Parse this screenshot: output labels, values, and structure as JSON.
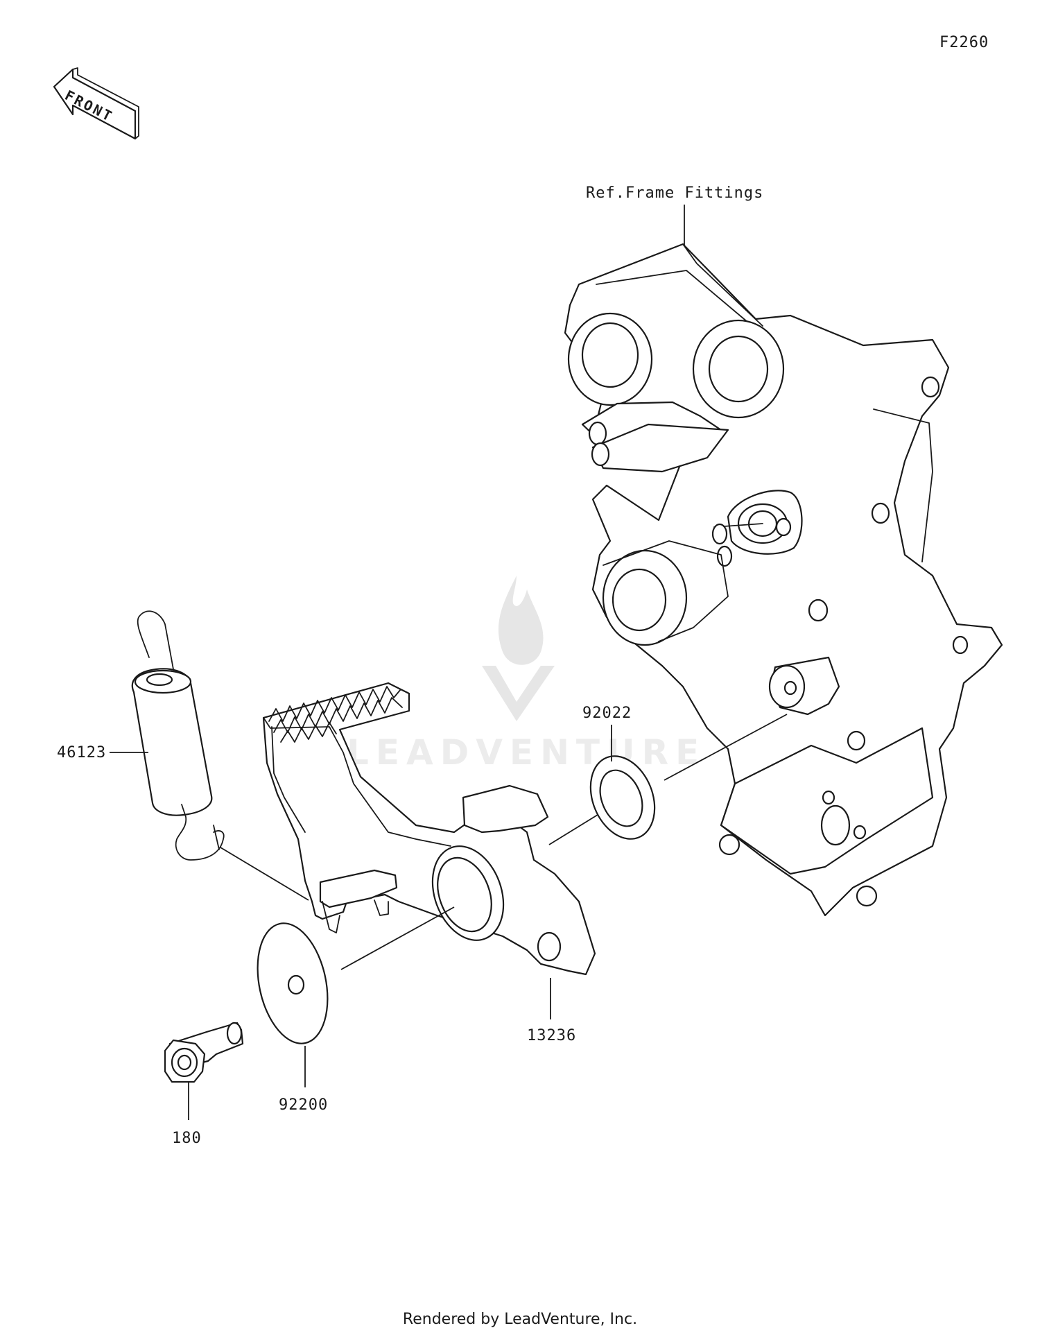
{
  "diagram_code": "F2260",
  "front_label": "FRONT",
  "ref_label": "Ref.Frame Fittings",
  "watermark": "LEADVENTURE",
  "footer": "Rendered by LeadVenture, Inc.",
  "parts": [
    {
      "number": "46123",
      "name": "spring"
    },
    {
      "number": "92022",
      "name": "washer"
    },
    {
      "number": "13236",
      "name": "brake-pedal"
    },
    {
      "number": "92200",
      "name": "washer-large"
    },
    {
      "number": "180",
      "name": "bolt"
    }
  ]
}
